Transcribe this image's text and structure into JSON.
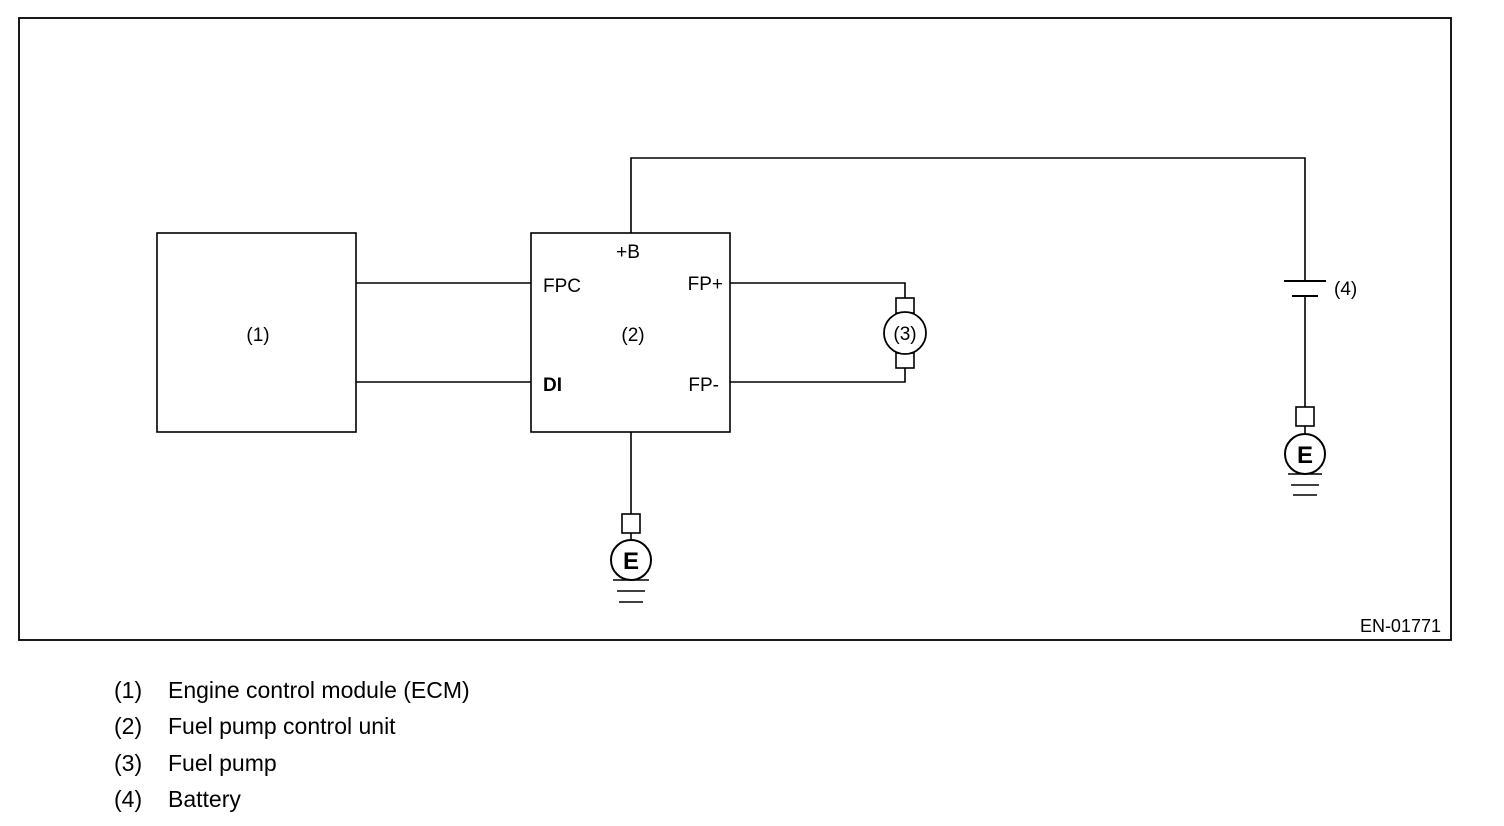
{
  "figure_id": "EN-01771",
  "components": {
    "ecm_tag": "(1)",
    "control_unit_tag": "(2)",
    "pump_tag": "(3)",
    "battery_tag": "(4)"
  },
  "terminals": {
    "power": "+B",
    "fpc": "FPC",
    "di": "DI",
    "fp_plus": "FP+",
    "fp_minus": "FP-"
  },
  "ground_symbol": "E",
  "legend": [
    {
      "num": "(1)",
      "text": "Engine control module (ECM)"
    },
    {
      "num": "(2)",
      "text": "Fuel pump control unit"
    },
    {
      "num": "(3)",
      "text": "Fuel pump"
    },
    {
      "num": "(4)",
      "text": "Battery"
    }
  ]
}
